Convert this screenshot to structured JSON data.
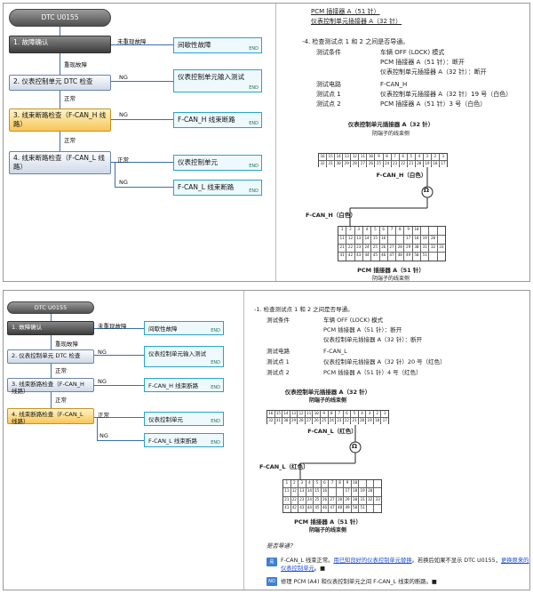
{
  "top": {
    "flow": {
      "title": "DTC U0155",
      "step1": "1.  故障确认",
      "step2": "2.  仪表控制单元 DTC 检查",
      "step3": "3.  线束断路检查（F-CAN_H 线路）",
      "step4": "4.  线束断路检查（F-CAN_L 线路）",
      "res1": "间歇性故障",
      "res2": "仪表控制单元输入测试",
      "res3": "F-CAN_H 线束断路",
      "res4": "仪表控制单元",
      "res5": "F-CAN_L 线束断路",
      "end": "END",
      "lbl_not_reproduced": "未重现故障",
      "lbl_reproduced": "重现故障",
      "lbl_ng": "NG",
      "lbl_normal": "正常"
    },
    "text": {
      "link1": "PCM 插接器 A（51 针）",
      "link2": "仪表控制单元插接器 A（32 针）",
      "heading": "-4. 检查测试点 1 和 2 之间是否导通。",
      "cond_label": "测试条件",
      "cond1": "车辆 OFF (LOCK) 模式",
      "cond2": "PCM 插接器 A（51 针）：断开",
      "cond3": "仪表控制单元插接器 A（32 针）：断开",
      "circuit_label": "测试电路",
      "circuit": "F-CAN_H",
      "pt1_label": "测试点 1",
      "pt1": "仪表控制单元插接器 A（32 针）19 号（白色）",
      "pt2_label": "测试点 2",
      "pt2": "PCM 插接器 A（51 针）3 号（白色）"
    },
    "diagram": {
      "caption1": "仪表控制单元插接器 A（32 针）",
      "caption1_sub": "阴端子的线束侧",
      "wire_label": "F-CAN_H（白色）",
      "wire_label2": "F-CAN_H（白色）",
      "ohm": "Ω",
      "caption2": "PCM 插接器 A（51 针）",
      "caption2_sub": "阴端子的线束侧"
    }
  },
  "bottom": {
    "flow": {
      "title": "DTC U0155",
      "step1": "1.  故障确认",
      "step2": "2.  仪表控制单元 DTC 检查",
      "step3": "3.  线束断路检查（F-CAN_H 线路）",
      "step4": "4.  线束断路检查（F-CAN_L 线路）",
      "res1": "间歇性故障",
      "res2": "仪表控制单元输入测试",
      "res3": "F-CAN_H 线束断路",
      "res4": "仪表控制单元",
      "res5": "F-CAN_L 线束断路",
      "end": "END",
      "lbl_not_reproduced": "未重现故障",
      "lbl_reproduced": "重现故障",
      "lbl_ng": "NG",
      "lbl_normal": "正常"
    },
    "text": {
      "heading": "-1.  检查测试点 1 和 2 之间是否导通。",
      "cond_label": "测试条件",
      "cond1": "车辆 OFF (LOCK) 模式",
      "cond2": "PCM 插接器 A（51 针）：断开",
      "cond3": "仪表控制单元插接器 A（32 针）：断开",
      "circuit_label": "测试电路",
      "circuit": "F-CAN_L",
      "pt1_label": "测试点 1",
      "pt1": "仪表控制单元插接器 A（32 针）20 号（红色）",
      "pt2_label": "测试点 2",
      "pt2": "PCM 插接器 A（51 针）4 号（红色）"
    },
    "diagram": {
      "caption1": "仪表控制单元插接器 A（32 针）",
      "caption1_sub": "阴端子的线束侧",
      "wire_label": "F-CAN_L（红色）",
      "wire_label2": "F-CAN_L（红色）",
      "ohm": "Ω",
      "caption2": "PCM 插接器 A（51 针）",
      "caption2_sub": "阴端子的线束侧"
    },
    "question": "是否导通？",
    "yes_btn": "是",
    "no_btn": "NO",
    "yes_text1": "F-CAN_L 线束正常。",
    "yes_link1": "用已知良好的仪表控制单元替换",
    "yes_text2": "。若换后如果不显示 DTC U0155，",
    "yes_link2": "更换原来的仪表控制单元",
    "yes_text3": "。■",
    "no_text": "修理 PCM (A4) 和仪表控制单元之间 F-CAN_L 线束的断路。■"
  }
}
